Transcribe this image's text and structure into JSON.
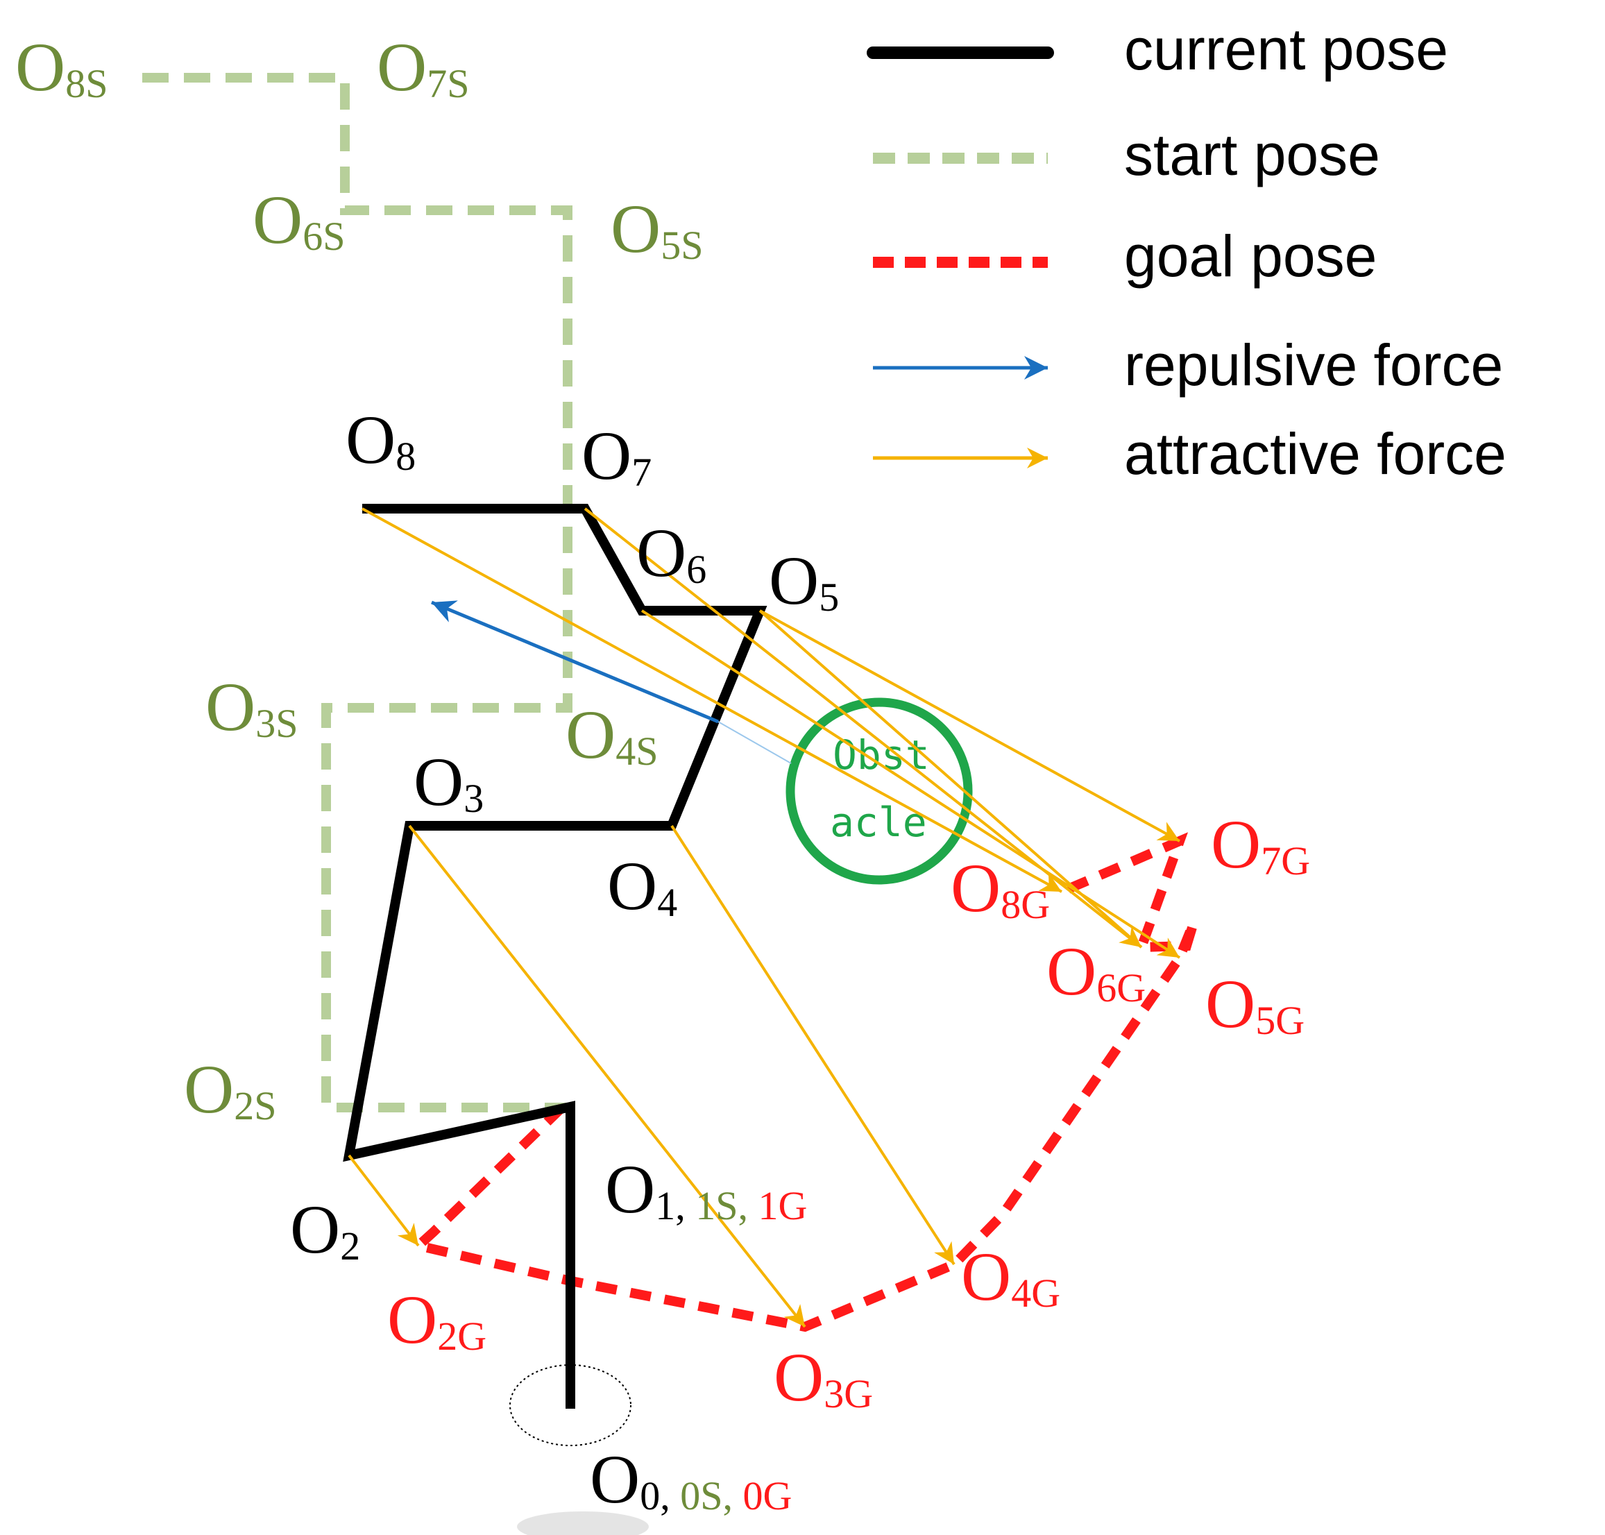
{
  "colors": {
    "current": "#000000",
    "start": "#b7cf9a",
    "start_label": "#6e8c3a",
    "goal": "#ff1a1a",
    "repulsive": "#1a6fc0",
    "attractive": "#f5b301",
    "obstacle": "#1fa64a"
  },
  "legend": {
    "current": "current pose",
    "start": "start pose",
    "goal": "goal pose",
    "repulsive": "repulsive force",
    "attractive": "attractive force"
  },
  "labels": {
    "O8S": {
      "main": "O",
      "sub": "8S"
    },
    "O7S": {
      "main": "O",
      "sub": "7S"
    },
    "O6S": {
      "main": "O",
      "sub": "6S"
    },
    "O5S": {
      "main": "O",
      "sub": "5S"
    },
    "O3S": {
      "main": "O",
      "sub": "3S"
    },
    "O4S": {
      "main": "O",
      "sub": "4S"
    },
    "O2S": {
      "main": "O",
      "sub": "2S"
    },
    "O8": {
      "main": "O",
      "sub": "8"
    },
    "O7": {
      "main": "O",
      "sub": "7"
    },
    "O6": {
      "main": "O",
      "sub": "6"
    },
    "O5": {
      "main": "O",
      "sub": "5"
    },
    "O3": {
      "main": "O",
      "sub": "3"
    },
    "O4": {
      "main": "O",
      "sub": "4"
    },
    "O2": {
      "main": "O",
      "sub": "2"
    },
    "O1": {
      "main": "O",
      "sub": "1,",
      "sub_s": " 1S,",
      "sub_g": " 1G"
    },
    "O0": {
      "main": "O",
      "sub": "0,",
      "sub_s": " 0S,",
      "sub_g": " 0G"
    },
    "O7G": {
      "main": "O",
      "sub": "7G"
    },
    "O8G": {
      "main": "O",
      "sub": "8G"
    },
    "O6G": {
      "main": "O",
      "sub": "6G"
    },
    "O5G": {
      "main": "O",
      "sub": "5G"
    },
    "O4G": {
      "main": "O",
      "sub": "4G"
    },
    "O2G": {
      "main": "O",
      "sub": "2G"
    },
    "O3G": {
      "main": "O",
      "sub": "3G"
    }
  },
  "obstacle": {
    "line1": "Obst",
    "line2": "acle"
  }
}
